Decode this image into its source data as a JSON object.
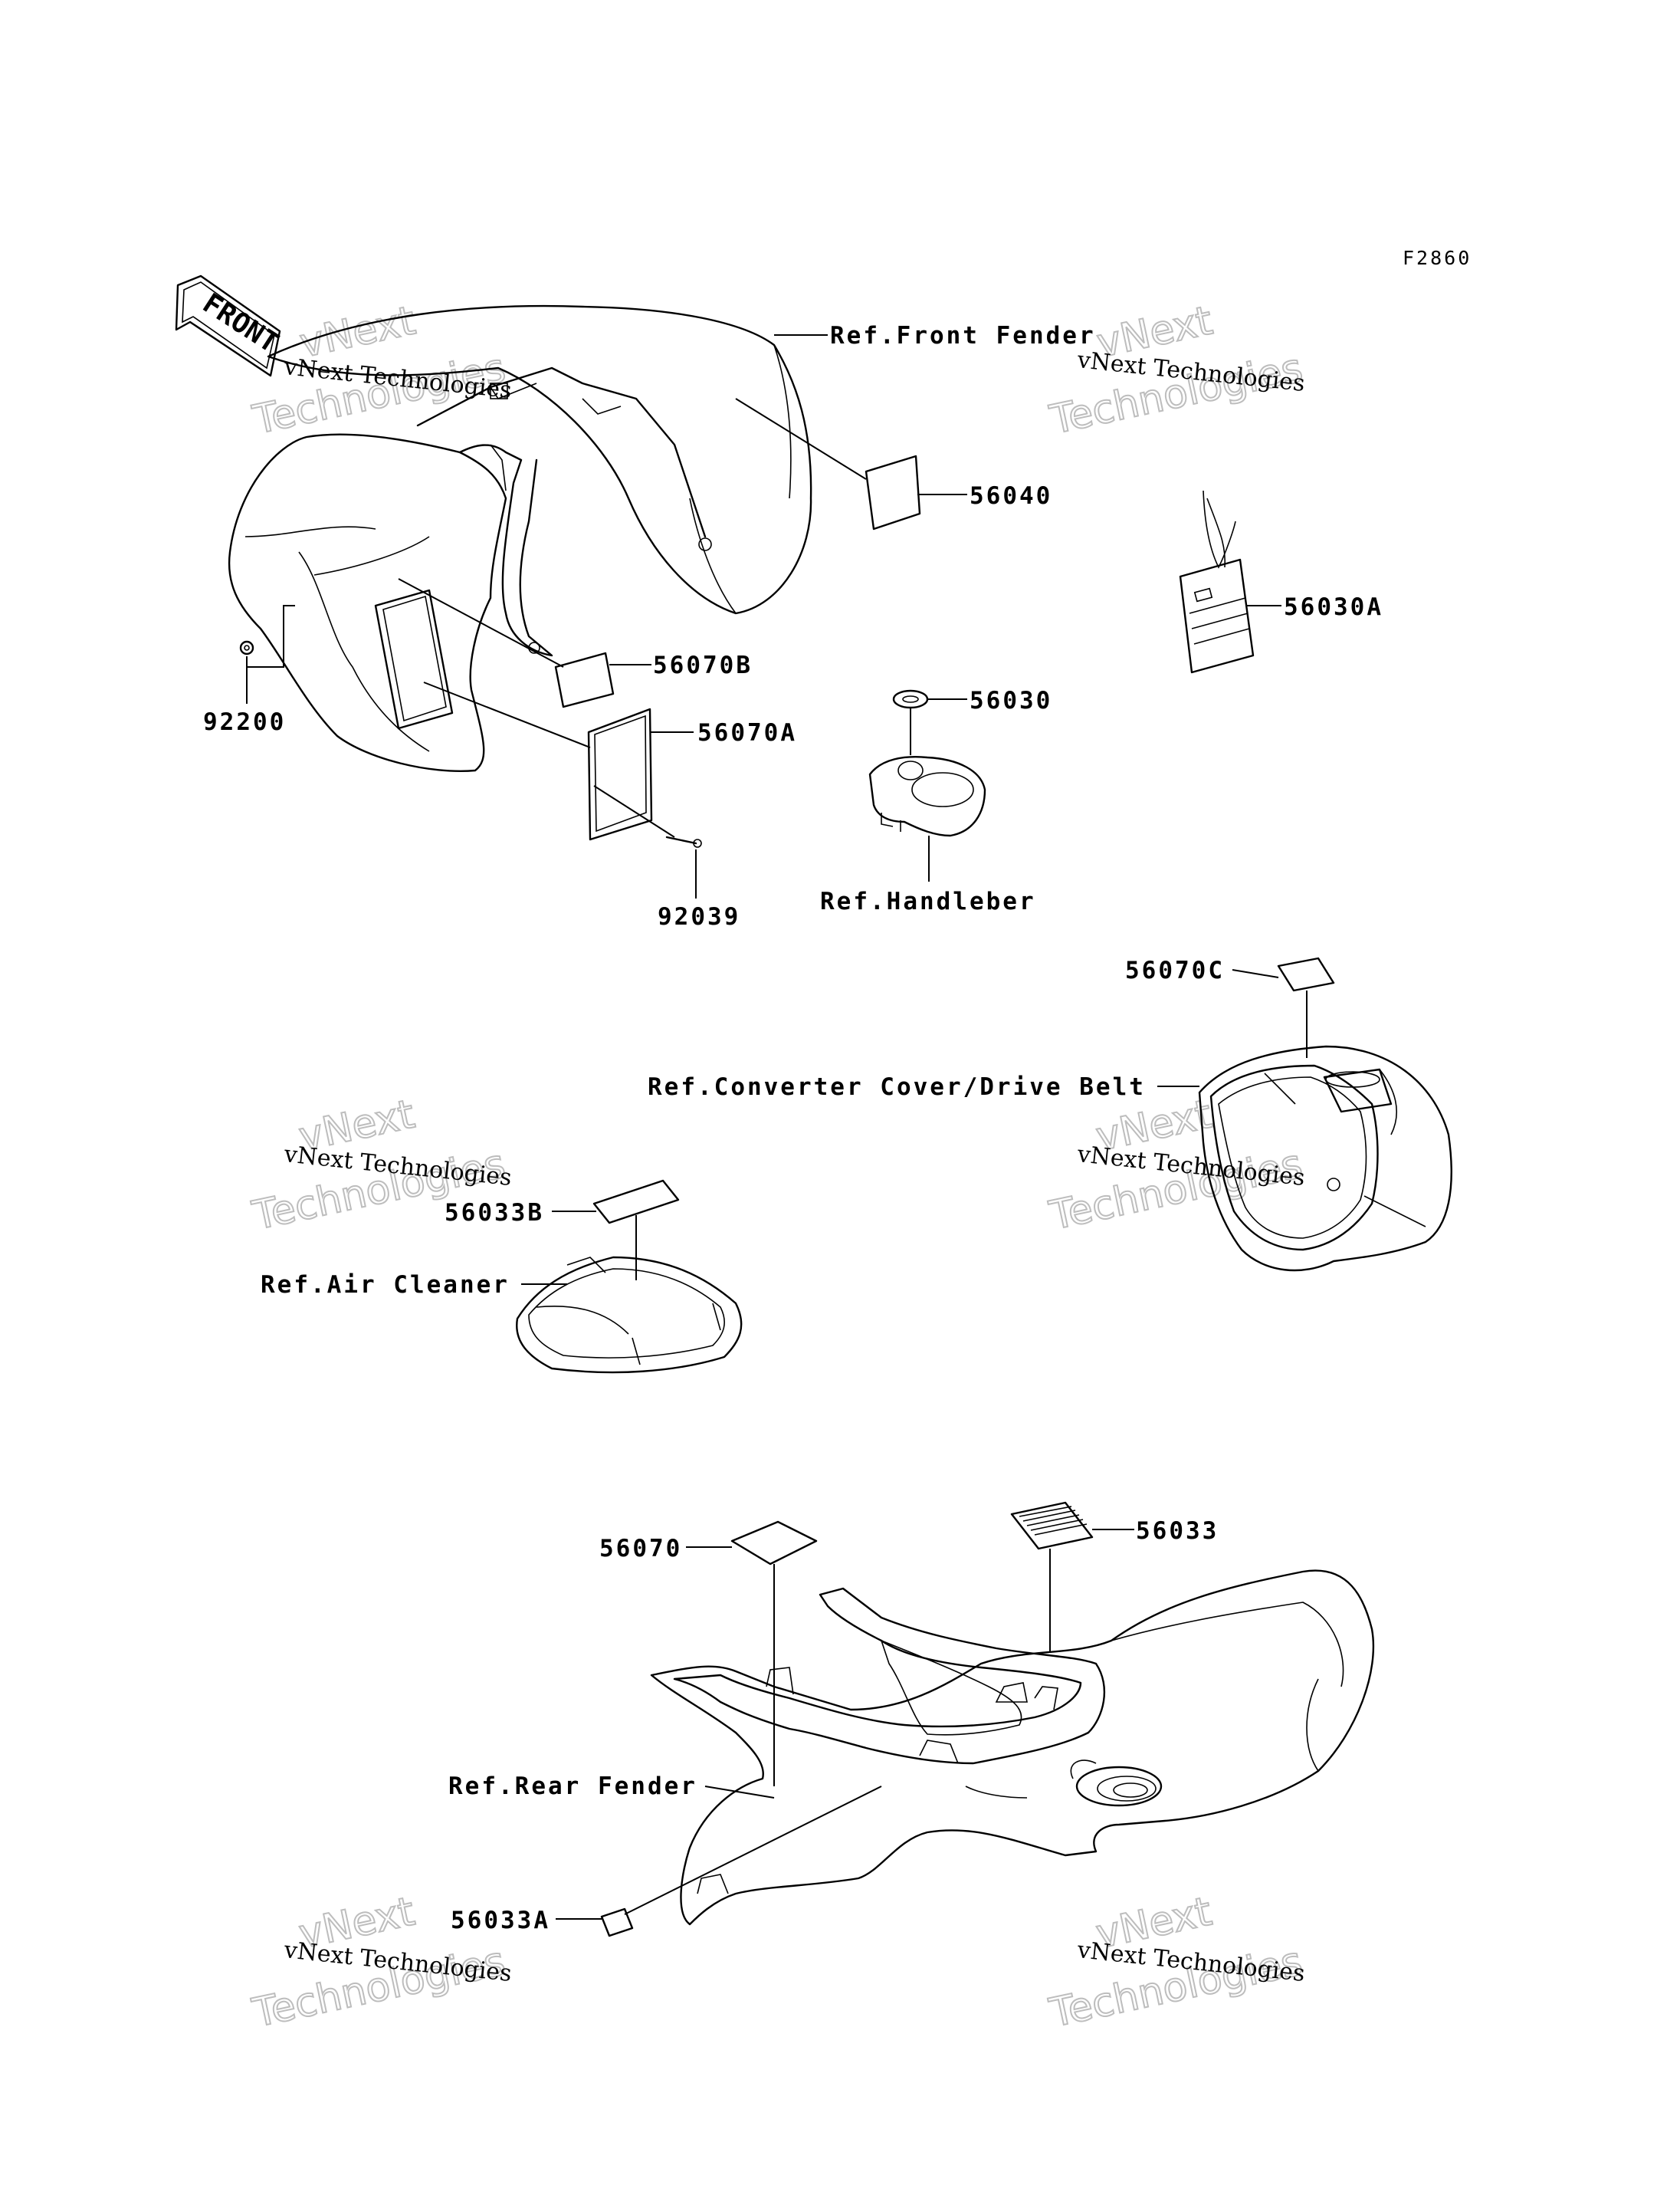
{
  "diagram_code": "F2860",
  "front_arrow": "FRONT",
  "watermarks": [
    {
      "line1": "vNext Technologies",
      "line2": "vNext\nTechnologies"
    }
  ],
  "watermark_text": {
    "small": "vNext Technologies",
    "big_top": "vNext",
    "big_bottom": "Technologies"
  },
  "references": {
    "front_fender": "Ref.Front Fender",
    "handlebar": "Ref.Handleber",
    "converter_cover": "Ref.Converter Cover/Drive Belt",
    "air_cleaner": "Ref.Air Cleaner",
    "rear_fender": "Ref.Rear Fender"
  },
  "parts": {
    "p56040": "56040",
    "p56030A": "56030A",
    "p56070B": "56070B",
    "p56070A": "56070A",
    "p92200": "92200",
    "p56030": "56030",
    "p92039": "92039",
    "p56070C": "56070C",
    "p56033B": "56033B",
    "p56070": "56070",
    "p56033": "56033",
    "p56033A": "56033A"
  }
}
